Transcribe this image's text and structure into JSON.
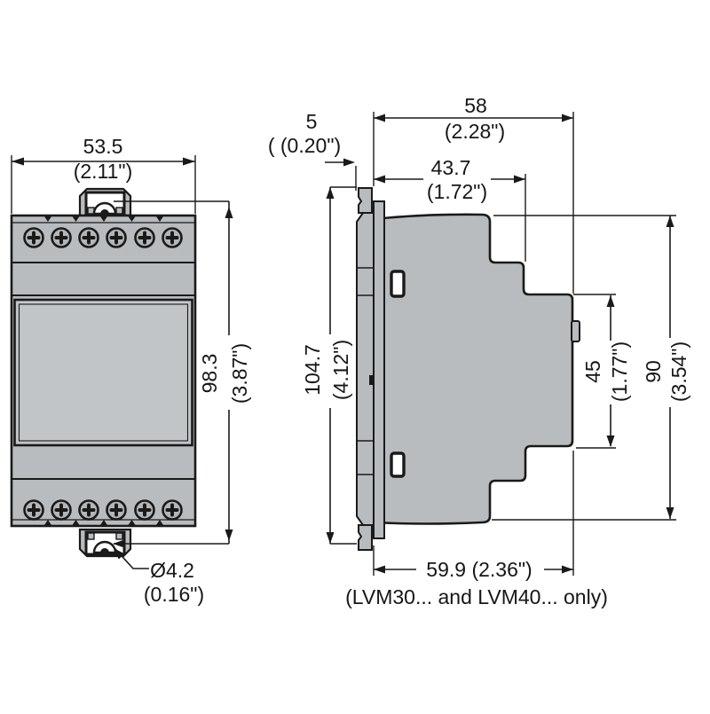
{
  "drawing": {
    "caption": "(LVM30... and LVM40... only)",
    "dims": {
      "front_width": {
        "mm": "53.5",
        "inch": "(2.11\")"
      },
      "front_height": {
        "mm": "98.3",
        "inch": "(3.87\")"
      },
      "hole": {
        "mm": "Ø4.2",
        "inch": "(0.16\")"
      },
      "lip": {
        "mm": "5",
        "inch": "( (0.20\")"
      },
      "depth": {
        "mm": "58",
        "inch": "(2.28\")"
      },
      "upper_depth": {
        "mm": "43.7",
        "inch": "(1.72\")"
      },
      "total_height": {
        "mm": "104.7",
        "inch": "(4.12\")"
      },
      "rear_height": {
        "mm": "45",
        "inch": "(1.77\")"
      },
      "body_height": {
        "mm": "90",
        "inch": "(3.54\")"
      },
      "bottom_depth": {
        "mm": "59.9 (2.36\")"
      }
    },
    "colors": {
      "body_gray": "#b8bcbf",
      "panel_gray": "#c2c5c8",
      "line": "#1a1a1a",
      "background": "#ffffff"
    }
  }
}
